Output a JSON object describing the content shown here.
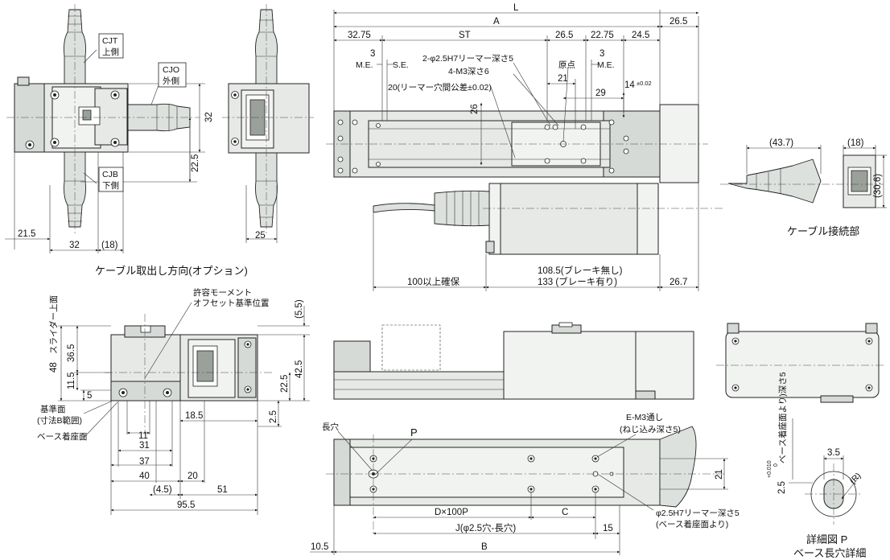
{
  "labels": {
    "L": "L",
    "A": "A",
    "ST": "ST",
    "d26_5_top": "26.5",
    "d32_75": "32.75",
    "d26_5": "26.5",
    "d22_75": "22.75",
    "d24_5": "24.5",
    "d3_left": "3",
    "d3_right": "3",
    "me_left": "M.E.",
    "se": "S.E.",
    "me_right": "M.E.",
    "reamer_2": "2-φ2.5H7リーマー深さ5",
    "m3_4": "4-M3深さ6",
    "origin": "原点",
    "d21_top": "21",
    "d29": "29",
    "d14": "14",
    "d14_tol": "±0.02",
    "reamer_pitch": "20(リーマー穴間公差±0.02)",
    "d26_v": "26",
    "d43_7": "(43.7)",
    "d18_conn": "(18)",
    "d30_6": "(30.6)",
    "cable_conn_title": "ケーブル接続部",
    "cjt": "CJT",
    "cjt_sub": "上側",
    "cjo": "CJO",
    "cjo_sub": "外側",
    "cjb": "CJB",
    "cjb_sub": "下側",
    "d32_v": "32",
    "d22_5_v": "22.5",
    "d21_5": "21.5",
    "d32_h": "32",
    "d18_h": "(18)",
    "d25": "25",
    "cable_dir_title": "ケーブル取出し方向(オプション)",
    "d100": "100以上確保",
    "d108_5": "108.5(ブレーキ無し)",
    "d133": "133 (ブレーキ有り)",
    "d26_7": "26.7",
    "moment1": "許容モーメント",
    "moment2": "オフセット基準位置",
    "d48": "48",
    "slider_top": "スライダー上面",
    "d36_5": "36.5",
    "d11_5": "11.5",
    "d5_v": "5",
    "d5_5": "(5.5)",
    "d42_5": "42.5",
    "d22_5_b": "22.5",
    "d2_5": "2.5",
    "ref_plane": "基準面",
    "ref_plane_sub": "(寸法B範囲)",
    "base_seat": "ベース着座面",
    "d18_5": "18.5",
    "d11": "11",
    "d31": "31",
    "d37": "37",
    "d40": "40",
    "d20": "20",
    "d4_5": "(4.5)",
    "d51": "51",
    "d95_5": "95.5",
    "long_hole": "長穴",
    "P": "P",
    "em3_1": "E-M3通し",
    "em3_2": "(ねじ込み深さ5)",
    "d21_b": "21",
    "dx100p": "D×100P",
    "C": "C",
    "reamer_b1": "φ2.5H7リーマー深さ5",
    "reamer_b2": "(ベース着座面より)",
    "J": "J(φ2.5穴-長穴)",
    "d15": "15",
    "d10_5": "10.5",
    "B": "B",
    "detail_depth": "2.5",
    "detail_tol_top": "+0.010",
    "detail_tol_bot": "0",
    "detail_depth_note": "ベース着座面より)深さ5",
    "d3_5": "3.5",
    "R": "(R)",
    "detail_title": "詳細図 P",
    "detail_sub": "ベース長穴詳細"
  }
}
